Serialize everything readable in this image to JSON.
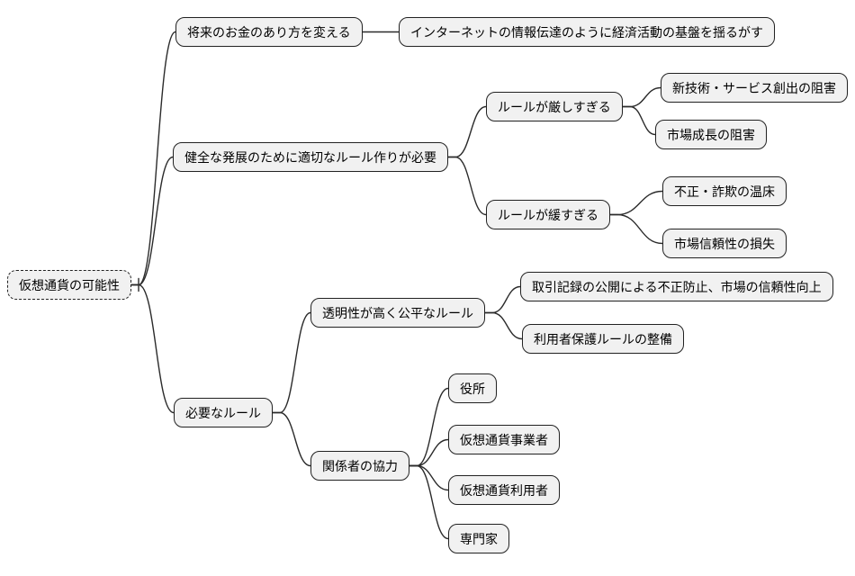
{
  "diagram": {
    "type": "mindmap",
    "colors": {
      "background": "#ffffff",
      "node_fill": "#f1f1f1",
      "node_border": "#222222",
      "edge": "#2b2b2b",
      "text": "#000000"
    },
    "nodes": {
      "root": {
        "label": "仮想通貨の可能性"
      },
      "b1": {
        "label": "将来のお金のあり方を変える"
      },
      "b1c1": {
        "label": "インターネットの情報伝達のように経済活動の基盤を揺るがす"
      },
      "b2": {
        "label": "健全な発展のために適切なルール作りが必要"
      },
      "b2c1": {
        "label": "ルールが厳しすぎる"
      },
      "b2c1g1": {
        "label": "新技術・サービス創出の阻害"
      },
      "b2c1g2": {
        "label": "市場成長の阻害"
      },
      "b2c2": {
        "label": "ルールが緩すぎる"
      },
      "b2c2g1": {
        "label": "不正・詐欺の温床"
      },
      "b2c2g2": {
        "label": "市場信頼性の損失"
      },
      "b3": {
        "label": "必要なルール"
      },
      "b3c1": {
        "label": "透明性が高く公平なルール"
      },
      "b3c1g1": {
        "label": "取引記録の公開による不正防止、市場の信頼性向上"
      },
      "b3c1g2": {
        "label": "利用者保護ルールの整備"
      },
      "b3c2": {
        "label": "関係者の協力"
      },
      "b3c2g1": {
        "label": "役所"
      },
      "b3c2g2": {
        "label": "仮想通貨事業者"
      },
      "b3c2g3": {
        "label": "仮想通貨利用者"
      },
      "b3c2g4": {
        "label": "専門家"
      }
    },
    "edges": [
      [
        "root",
        "b1"
      ],
      [
        "root",
        "b2"
      ],
      [
        "root",
        "b3"
      ],
      [
        "b1",
        "b1c1"
      ],
      [
        "b2",
        "b2c1"
      ],
      [
        "b2",
        "b2c2"
      ],
      [
        "b2c1",
        "b2c1g1"
      ],
      [
        "b2c1",
        "b2c1g2"
      ],
      [
        "b2c2",
        "b2c2g1"
      ],
      [
        "b2c2",
        "b2c2g2"
      ],
      [
        "b3",
        "b3c1"
      ],
      [
        "b3",
        "b3c2"
      ],
      [
        "b3c1",
        "b3c1g1"
      ],
      [
        "b3c1",
        "b3c1g2"
      ],
      [
        "b3c2",
        "b3c2g1"
      ],
      [
        "b3c2",
        "b3c2g2"
      ],
      [
        "b3c2",
        "b3c2g3"
      ],
      [
        "b3c2",
        "b3c2g4"
      ]
    ]
  }
}
